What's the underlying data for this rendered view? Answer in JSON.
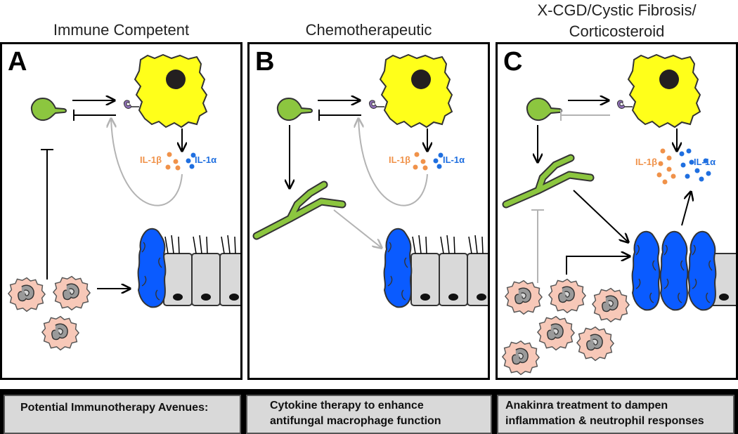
{
  "panels": [
    {
      "title": "Immune Competent",
      "letter": "A"
    },
    {
      "title": "Chemotherapeutic",
      "letter": "B"
    },
    {
      "title_line1": "X-CGD/Cystic Fibrosis/",
      "title_line2": "Corticosteroid",
      "letter": "C"
    }
  ],
  "labels": {
    "il1b": "IL-1β",
    "il1a": "IL-1α"
  },
  "footer": {
    "heading": "Potential Immunotherapy Avenues:",
    "b_line1": "Cytokine therapy to enhance",
    "b_line2": "antifungal macrophage function",
    "c_line1": "Anakinra treatment to dampen",
    "c_line2": "inflammation & neutrophil responses"
  },
  "colors": {
    "macrophage": "#ffff1a",
    "conidium": "#8cc63f",
    "hypha": "#8cc63f",
    "il1b": "#f0924a",
    "il1a": "#1f6fe0",
    "mucus": "#0a5bff",
    "neutrophil": "#f7c8b8",
    "epithelium": "#d9d9d9",
    "receptor": "#8e6fb5",
    "inhibited_arrow": "#b3b3b3"
  }
}
